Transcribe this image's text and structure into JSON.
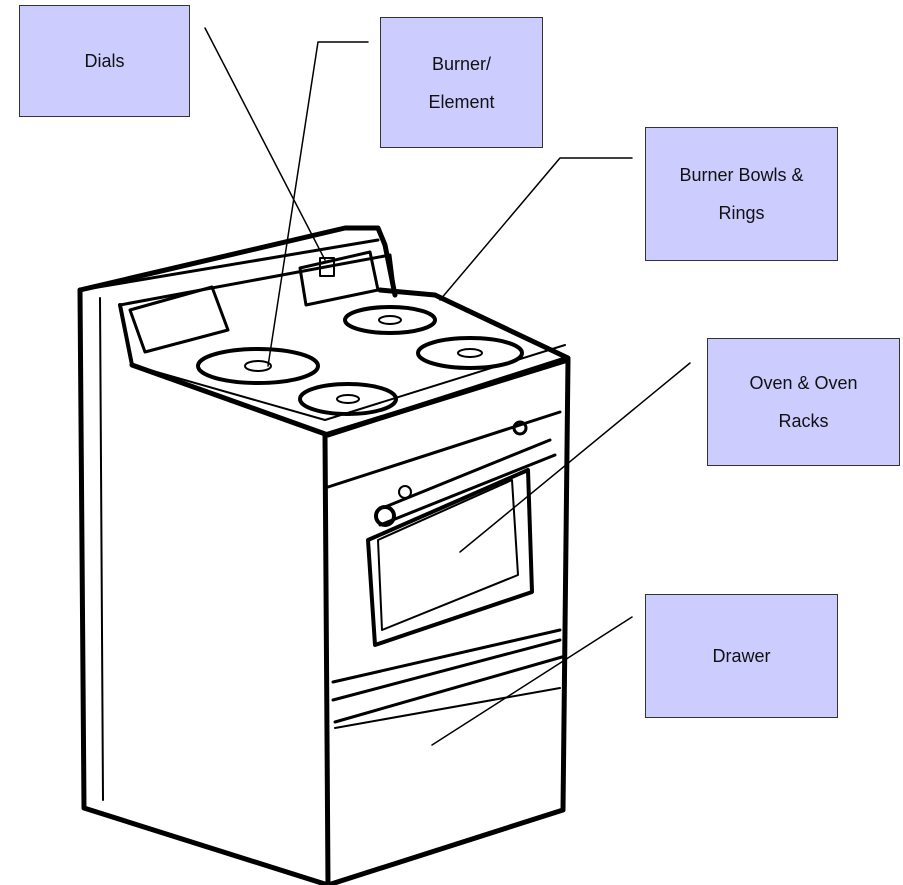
{
  "diagram": {
    "subject": "stove-range",
    "colors": {
      "label_fill": "#ccccff",
      "stroke": "#000000"
    },
    "labels": {
      "dials": "Dials",
      "burner_element": "Burner/\nElement",
      "burner_bowls_rings": "Burner Bowls &\nRings",
      "oven_racks": "Oven & Oven\nRacks",
      "drawer": "Drawer"
    }
  }
}
